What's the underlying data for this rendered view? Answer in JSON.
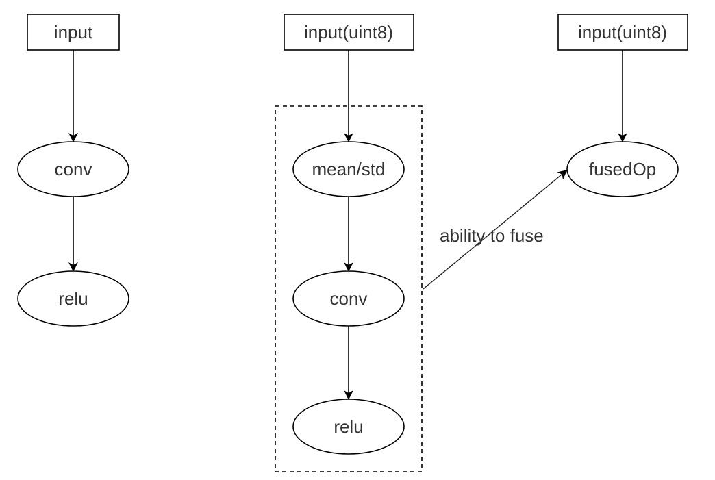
{
  "diagram": {
    "left": {
      "input": "input",
      "conv": "conv",
      "relu": "relu"
    },
    "middle": {
      "input": "input(uint8)",
      "mean_std": "mean/std",
      "conv": "conv",
      "relu": "relu"
    },
    "right": {
      "input": "input(uint8)",
      "fused": "fusedOp"
    },
    "edge_label": "ability to fuse"
  }
}
